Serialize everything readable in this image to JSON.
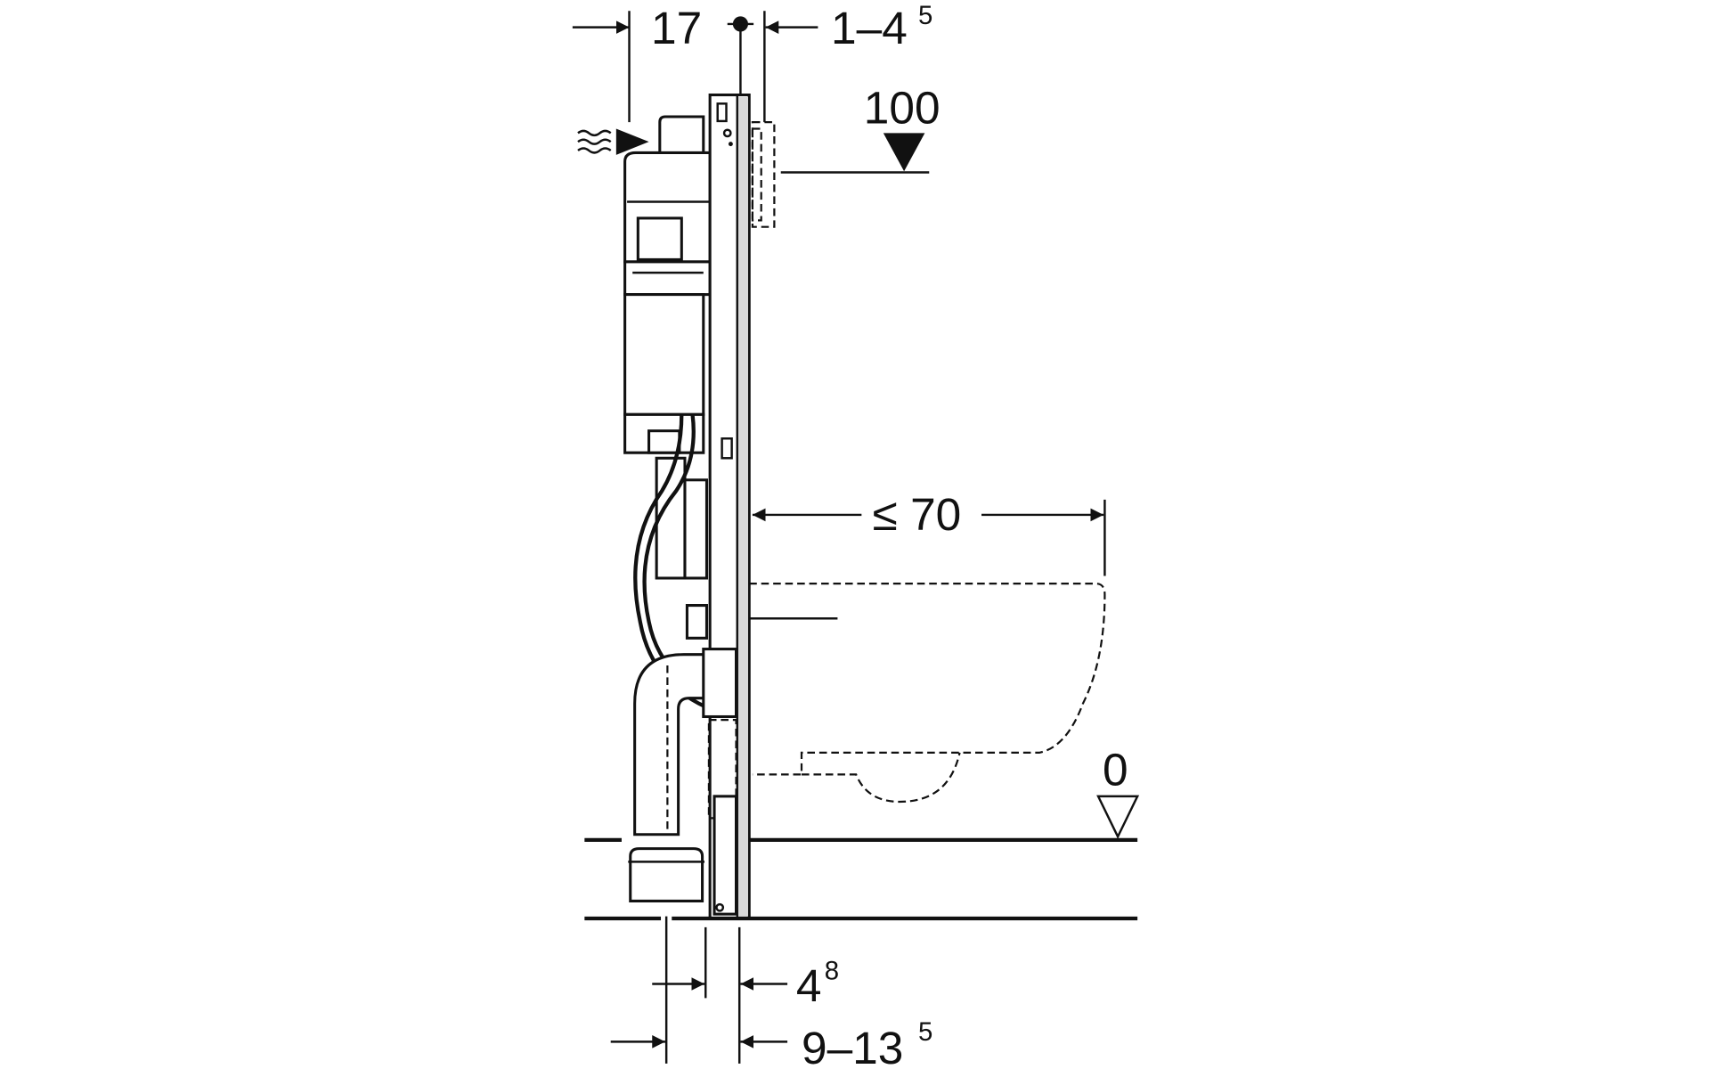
{
  "diagram": {
    "dimensions": {
      "cistern_depth": "17",
      "panel_offset": "1–4",
      "panel_offset_sup": "5",
      "actuator_height": "100",
      "bowl_projection": "≤ 70",
      "floor_level": "0",
      "frame_depth": "4",
      "frame_depth_sup": "8",
      "drain_offset": "9–13",
      "drain_offset_sup": "5"
    },
    "colors": {
      "line": "#111111",
      "frame_strip": "#d9d9d9"
    }
  }
}
